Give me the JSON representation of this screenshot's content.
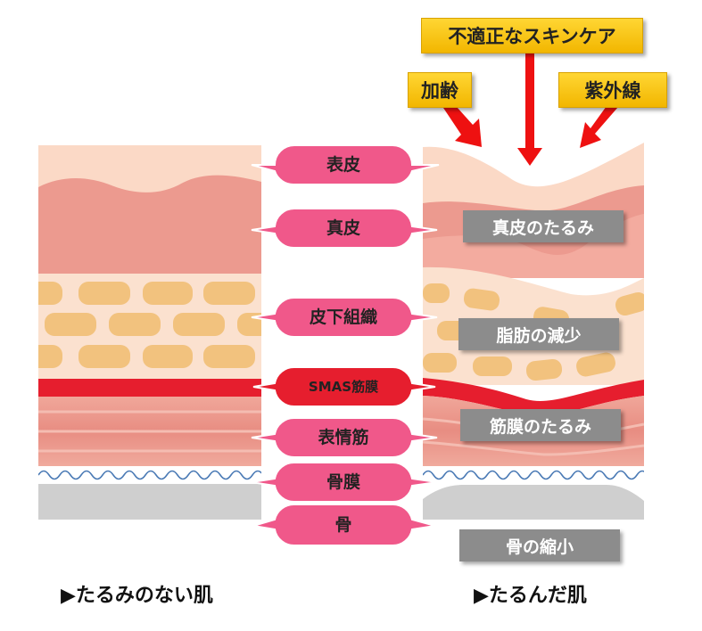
{
  "causes": {
    "improper_skincare": "不適正なスキンケア",
    "aging": "加齢",
    "uv": "紫外線"
  },
  "layers": {
    "epidermis": "表皮",
    "dermis": "真皮",
    "subcutaneous": "皮下組織",
    "smas": "SMAS筋膜",
    "mimetic_muscle": "表情筋",
    "periosteum": "骨膜",
    "bone": "骨"
  },
  "changes": {
    "dermis_sag": "真皮のたるみ",
    "fat_decrease": "脂肪の減少",
    "fascia_sag": "筋膜のたるみ",
    "bone_shrink": "骨の縮小"
  },
  "captions": {
    "healthy": "▶たるみのない肌",
    "sagging": "▶たるんだ肌"
  },
  "colors": {
    "epidermis": "#fbd9c6",
    "dermis": "#ec9a8f",
    "fat": "#f2c27e",
    "smas": "#e61e2e",
    "muscle": "#e99a8e",
    "bone": "#cfcfcf",
    "pill": "#f0588a",
    "arrow": "#ee1111",
    "cause_box": "#f7c51a",
    "change_box": "#8c8c8c"
  }
}
